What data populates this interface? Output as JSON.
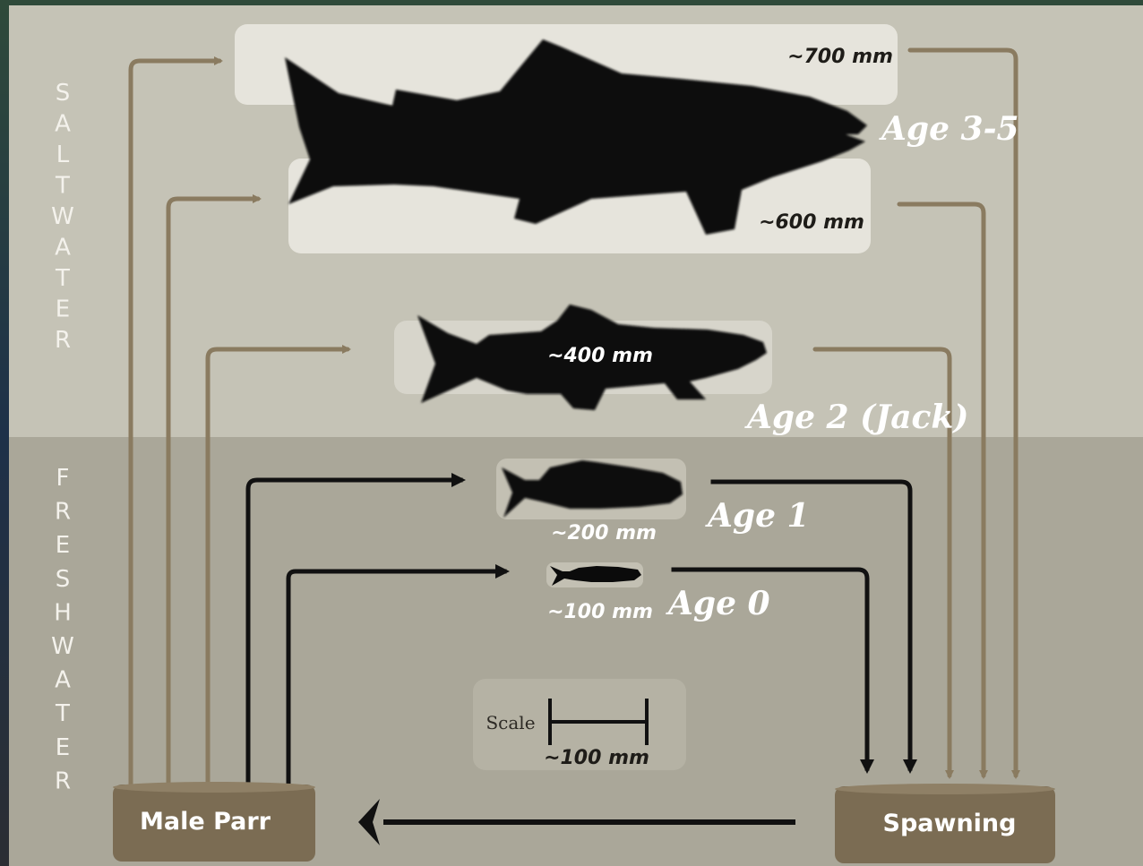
{
  "zones": {
    "saltwater": "SALTWATER",
    "freshwater": "FRESHWATER"
  },
  "stages": {
    "age_3_5": {
      "label": "Age 3-5",
      "size_upper": "~700 mm",
      "size_lower": "~600 mm"
    },
    "age_2": {
      "label": "Age 2 (Jack)",
      "size": "~400 mm"
    },
    "age_1": {
      "label": "Age 1",
      "size": "~200 mm"
    },
    "age_0": {
      "label": "Age 0",
      "size": "~100 mm"
    }
  },
  "boxes": {
    "male_parr": "Male Parr",
    "spawning": "Spawning"
  },
  "scale": {
    "word": "Scale",
    "length": "~100 mm"
  },
  "colors": {
    "saltwater_bg": "#c5c3b6",
    "freshwater_bg": "#aaa799",
    "arrow_brown": "#8a7b60",
    "arrow_black": "#111111",
    "box_fill": "#7b6c53",
    "fish_silhouette": "#0b0b0b",
    "size_box": "#e6e4dc"
  }
}
